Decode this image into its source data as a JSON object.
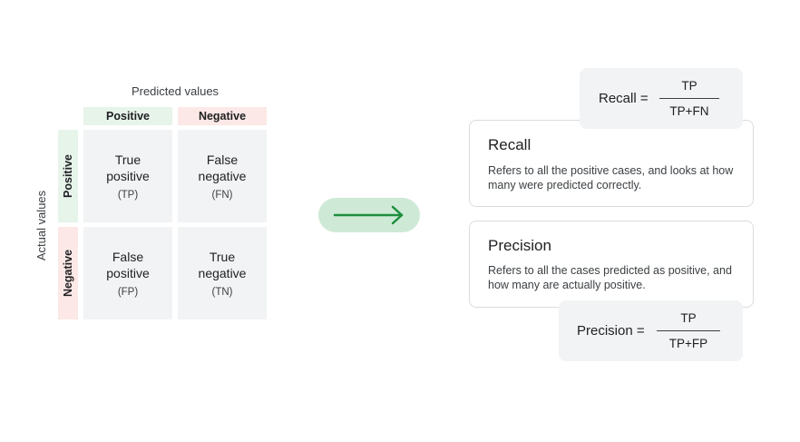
{
  "matrix": {
    "predicted_label": "Predicted values",
    "actual_label": "Actual values",
    "col_positive": "Positive",
    "col_negative": "Negative",
    "row_positive": "Positive",
    "row_negative": "Negative",
    "cells": {
      "tp": {
        "line1": "True",
        "line2": "positive",
        "abbr": "(TP)"
      },
      "fn": {
        "line1": "False",
        "line2": "negative",
        "abbr": "(FN)"
      },
      "fp": {
        "line1": "False",
        "line2": "positive",
        "abbr": "(FP)"
      },
      "tn": {
        "line1": "True",
        "line2": "negative",
        "abbr": "(TN)"
      }
    }
  },
  "arrow": {
    "icon": "arrow-right-icon",
    "color": "#1e8e3e",
    "background": "#ceead6"
  },
  "recall": {
    "formula_label": "Recall =",
    "numerator": "TP",
    "denominator": "TP+FN",
    "title": "Recall",
    "description": "Refers to all the positive cases, and looks at how many were predicted correctly."
  },
  "precision": {
    "formula_label": "Precision =",
    "numerator": "TP",
    "denominator": "TP+FP",
    "title": "Precision",
    "description": "Refers to all the cases predicted as positive, and how many are actually positive."
  },
  "colors": {
    "positive_header": "#e6f4ea",
    "negative_header": "#fce8e6",
    "cell_background": "#f1f3f4",
    "card_border": "#dadce0"
  }
}
